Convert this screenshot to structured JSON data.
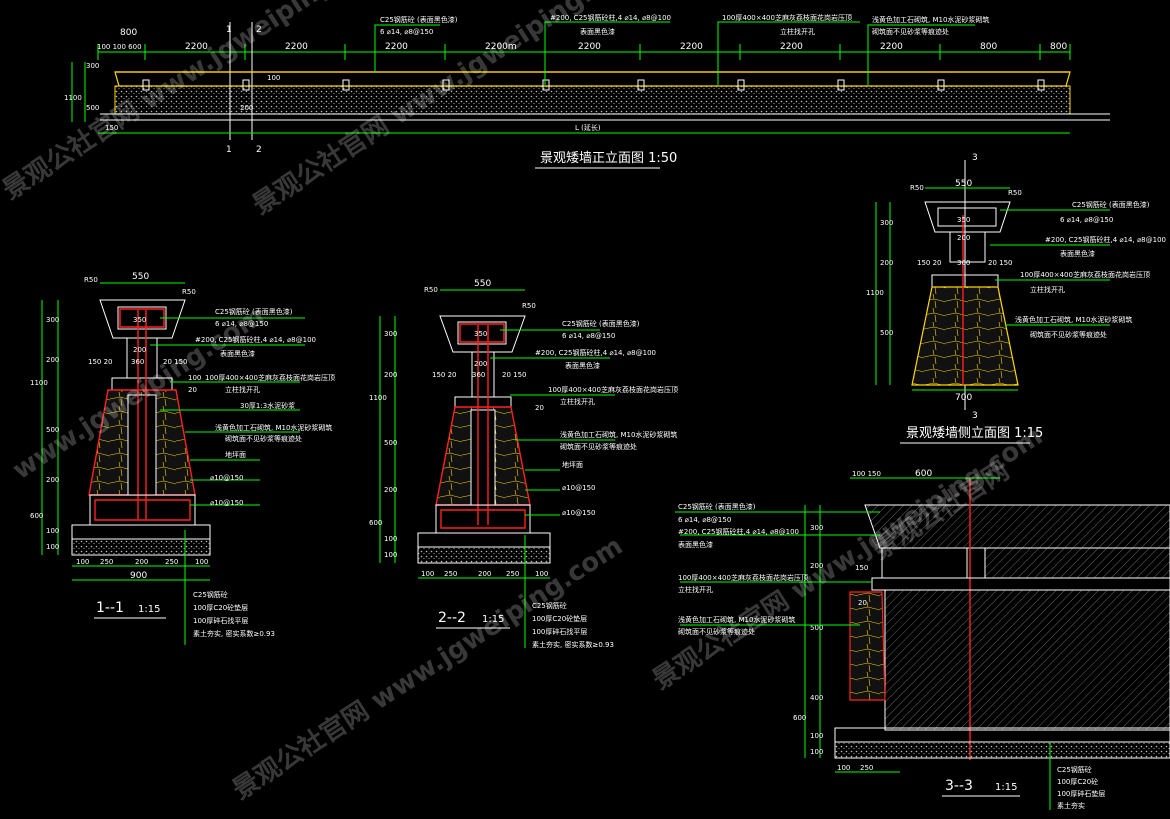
{
  "colors": {
    "background": "#000000",
    "dimension": "#00ff00",
    "outline": "#ffffff",
    "rebar": "#ff2020",
    "stone": "#ffd700"
  },
  "elevation": {
    "title": "景观矮墙正立面图 1:50",
    "top_dims": [
      "800",
      "2200",
      "2200",
      "2200",
      "2200m",
      "2200",
      "2200",
      "2200",
      "2200",
      "800"
    ],
    "left_top_dims": "100 100 600",
    "left_side": [
      "300",
      "1100",
      "500",
      "150"
    ],
    "mid_dims": [
      "100",
      "200"
    ],
    "bottom_dims": [
      "150",
      "L (延长)"
    ],
    "section_marks": [
      "1",
      "2",
      "1",
      "2"
    ],
    "notes": [
      "C25钢筋砼 (表面黑色漆)",
      "6 ⌀14, ⌀8@150",
      "#200, C25钢筋砼柱,4 ⌀14, ⌀8@100",
      "表面黑色漆",
      "100厚400×400芝麻灰荔枝面花岗岩压顶",
      "立柱找开孔",
      "浅黄色加工石砌筑, M10水泥砂浆砌筑",
      "砌筑面不见砂浆等痕迹处"
    ]
  },
  "side_elevation": {
    "title": "景观矮墙侧立面图 1:15",
    "mark": "3",
    "dims_top": [
      "R50",
      "550",
      "R50",
      "350",
      "200",
      "150 20",
      "360",
      "20 150"
    ],
    "dims_left": [
      "300",
      "200",
      "1100",
      "500"
    ],
    "dims_bottom": "700",
    "notes": [
      "C25钢筋砼 (表面黑色漆)",
      "6 ⌀14, ⌀8@150",
      "#200, C25钢筋砼柱,4 ⌀14, ⌀8@100",
      "表面黑色漆",
      "100厚400×400芝麻灰荔枝面花岗岩压顶",
      "立柱找开孔",
      "浅黄色加工石砌筑, M10水泥砂浆砌筑",
      "砌筑面不见砂浆等痕迹处"
    ]
  },
  "section_1": {
    "label": "1--1",
    "scale": "1:15",
    "top_dims": [
      "R50",
      "550",
      "R50",
      "350",
      "200",
      "150 20",
      "360",
      "20 150"
    ],
    "left_dims": [
      "300",
      "200",
      "1100",
      "500",
      "200",
      "600",
      "100",
      "100"
    ],
    "right_dims": [
      "100",
      "20"
    ],
    "bottom_dims": [
      "100",
      "250",
      "200",
      "250",
      "100"
    ],
    "bottom_total": "900",
    "notes": [
      "C25钢筋砼 (表面黑色漆)",
      "6 ⌀14, ⌀8@150",
      "#200, C25钢筋砼柱,4 ⌀14, ⌀8@100",
      "表面黑色漆",
      "100厚400×400芝麻灰荔枝面花岗岩压顶",
      "立柱找开孔",
      "30厚1:3水泥砂浆",
      "浅黄色加工石砌筑, M10水泥砂浆砌筑",
      "砌筑面不见砂浆等痕迹处",
      "地坪面",
      "⌀10@150",
      "⌀10@150"
    ],
    "base_notes": [
      "C25钢筋砼",
      "100厚C20砼垫层",
      "100厚碎石找平层",
      "素土夯实, 密实系数≥0.93"
    ]
  },
  "section_2": {
    "label": "2--2",
    "scale": "1:15",
    "top_dims": [
      "R50",
      "550",
      "R50",
      "350",
      "200",
      "150 20",
      "360",
      "20 150"
    ],
    "left_dims": [
      "300",
      "200",
      "1100",
      "500",
      "200",
      "600",
      "100",
      "100"
    ],
    "right_dims": [
      "20"
    ],
    "bottom_dims": [
      "100",
      "250",
      "200",
      "250",
      "100"
    ],
    "notes": [
      "C25钢筋砼 (表面黑色漆)",
      "6 ⌀14, ⌀8@150",
      "#200, C25钢筋砼柱,4 ⌀14, ⌀8@100",
      "表面黑色漆",
      "100厚400×400芝麻灰荔枝面花岗岩压顶",
      "立柱找开孔",
      "浅黄色加工石砌筑, M10水泥砂浆砌筑",
      "砌筑面不见砂浆等痕迹处",
      "地坪面",
      "⌀10@150",
      "⌀10@150"
    ],
    "base_notes": [
      "C25钢筋砼",
      "100厚C20砼垫层",
      "100厚碎石找平层",
      "素土夯实, 密实系数≥0.93"
    ]
  },
  "section_3": {
    "label": "3--3",
    "scale": "1:15",
    "top_dims": [
      "100 150",
      "600"
    ],
    "left_dims": [
      "300",
      "200",
      "500",
      "400",
      "600",
      "100",
      "100"
    ],
    "mid_dims": [
      "150",
      "20"
    ],
    "bottom_dims": [
      "100",
      "250"
    ],
    "notes": [
      "C25钢筋砼 (表面黑色漆)",
      "6 ⌀14, ⌀8@150",
      "#200, C25钢筋砼柱,4 ⌀14, ⌀8@100",
      "表面黑色漆",
      "100厚400×400芝麻灰荔枝面花岗岩压顶",
      "立柱找开孔",
      "浅黄色加工石砌筑, M10水泥砂浆砌筑",
      "砌筑面不见砂浆等痕迹处"
    ],
    "base_notes": [
      "C25钢筋砼",
      "100厚C20砼",
      "100厚碎石垫层",
      "素土夯实"
    ]
  },
  "watermarks": [
    "景观公社官网 www.jgweiping.com",
    "景观公社官网 www.jgweiping.com",
    "www.jgweiping.com",
    "景观公社官网 www.jgweiping.com",
    "景观公社官网 www.jgweiping.com",
    "景观公社官网"
  ]
}
